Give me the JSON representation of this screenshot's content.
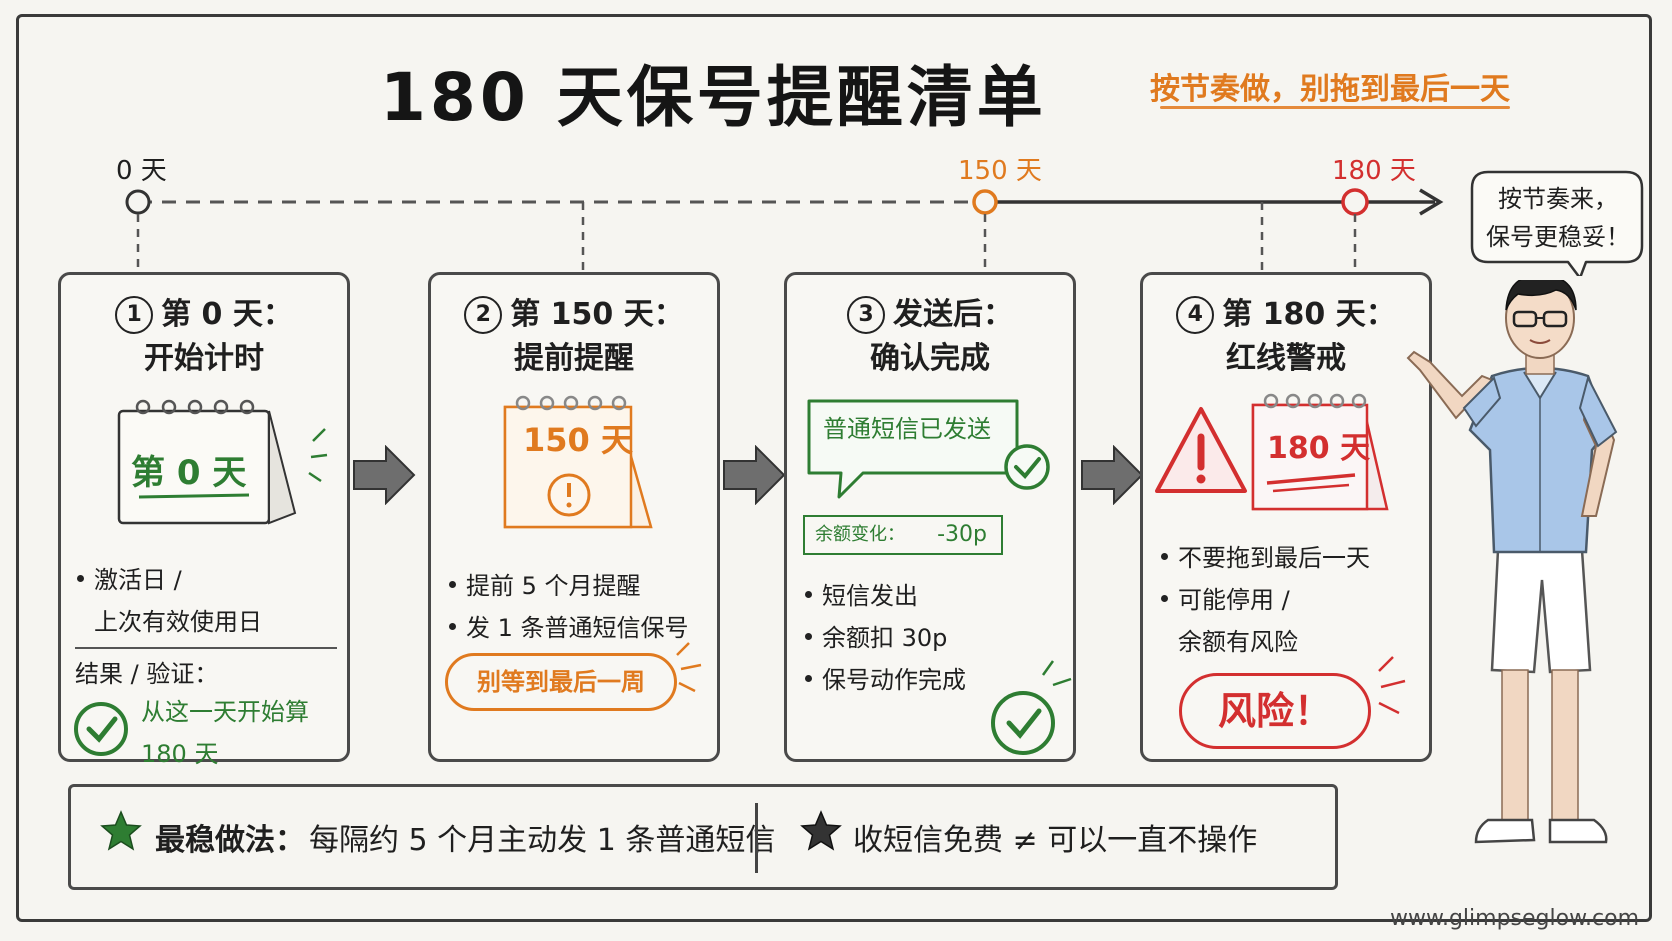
{
  "title": "180 天保号提醒清单",
  "subtitle": "按节奏做，别拖到最后一天",
  "timeline": {
    "day0": "0 天",
    "day150": "150 天",
    "day180": "180 天"
  },
  "bubble": {
    "line1": "按节奏来，",
    "line2": "保号更稳妥！"
  },
  "cards": [
    {
      "num": "1",
      "head1": "第 0 天：",
      "head2": "开始计时",
      "calendar_text": "第 0 天",
      "bullet1_l1": "激活日 /",
      "bullet1_l2": "上次有效使用日",
      "result_label": "结果 / 验证：",
      "result_l1": "从这一天开始算",
      "result_l2": "180 天"
    },
    {
      "num": "2",
      "head1": "第 150 天：",
      "head2": "提前提醒",
      "calendar_text": "150 天",
      "bullet1": "提前 5 个月提醒",
      "bullet2": "发 1 条普通短信保号",
      "pill": "别等到最后一周"
    },
    {
      "num": "3",
      "head1": "发送后：",
      "head2": "确认完成",
      "sms_bubble": "普通短信已发送",
      "balance_label": "余额变化：",
      "balance_value": "-30p",
      "bullet1": "短信发出",
      "bullet2": "余额扣 30p",
      "bullet3": "保号动作完成"
    },
    {
      "num": "4",
      "head1": "第 180 天：",
      "head2": "红线警戒",
      "calendar_text": "180 天",
      "bullet1": "不要拖到最后一天",
      "bullet2_l1": "可能停用 /",
      "bullet2_l2": "余额有风险",
      "risk": "风险！"
    }
  ],
  "bottom": {
    "tip_label": "最稳做法：",
    "tip_text": "每隔约 5 个月主动发 1 条普通短信",
    "note": "收短信免费 ≠ 可以一直不操作"
  },
  "footer": "www.glimpseglow.com",
  "colors": {
    "green": "#2e7d32",
    "orange": "#e07a1f",
    "red": "#d32f2f",
    "ink": "#1f1f1f",
    "paper": "#f6f5f1"
  }
}
